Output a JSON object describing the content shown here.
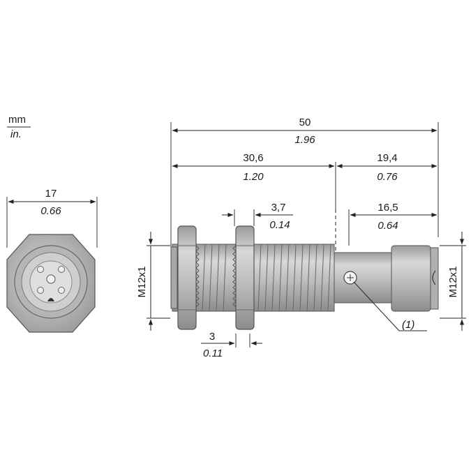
{
  "units": {
    "primary": "mm",
    "secondary": "in."
  },
  "front_view": {
    "width": {
      "mm": "17",
      "in": "0.66"
    }
  },
  "side_view": {
    "overall_length": {
      "mm": "50",
      "in": "1.96"
    },
    "threaded_length": {
      "mm": "30,6",
      "in": "1.20"
    },
    "rear_length": {
      "mm": "19,4",
      "in": "0.76"
    },
    "connector_length": {
      "mm": "16,5",
      "in": "0.64"
    },
    "nut_width": {
      "mm": "3,7",
      "in": "0.14"
    },
    "nut_gap": {
      "mm": "3",
      "in": "0.11"
    },
    "thread_left": "M12x1",
    "thread_right": "M12x1",
    "callout": "(1)"
  },
  "colors": {
    "metal": "#c7c7c7",
    "outline": "#555555",
    "ink": "#222222"
  }
}
